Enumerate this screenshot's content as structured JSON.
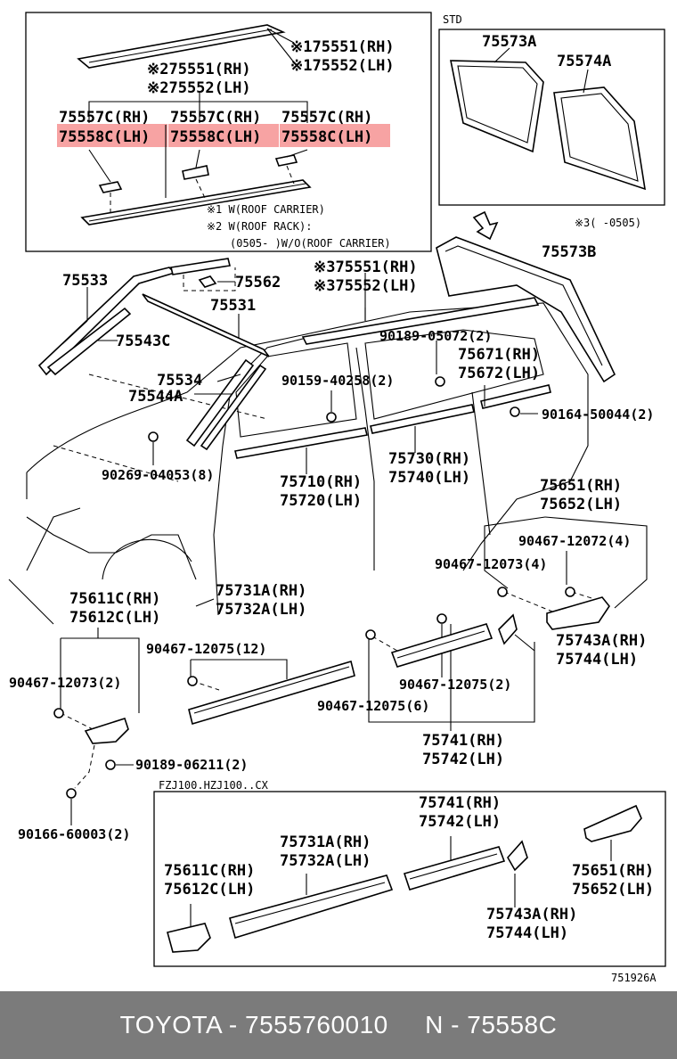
{
  "labels": {
    "std": "STD",
    "top_75551_rh": "※175551(RH)",
    "top_75552_lh": "※175552(LH)",
    "r2_75551_rh": "※275551(RH)",
    "r2_75552_lh": "※275552(LH)",
    "c1_75557c": "75557C(RH)",
    "c2_75557c": "75557C(RH)",
    "c3_75557c": "75557C(RH)",
    "c1_75558c": "75558C(LH)",
    "c2_75558c": "75558C(LH)",
    "c3_75558c": "75558C(LH)",
    "note1": "※1 W(ROOF CARRIER)",
    "note2": "※2 W(ROOF RACK):",
    "note3": "(0505-     )W/O(ROOF CARRIER)",
    "p75573a": "75573A",
    "p75574a": "75574A",
    "note_std": "※3(    -0505)",
    "p75573b": "75573B",
    "p75533": "75533",
    "p75562": "75562",
    "p3_75551": "※375551(RH)",
    "p3_75552": "※375552(LH)",
    "p75531": "75531",
    "p75543c": "75543C",
    "p90189_05072": "90189-05072(2)",
    "p75671": "75671(RH)",
    "p75672": "75672(LH)",
    "p75534": "75534",
    "p75544a": "75544A",
    "p90159": "90159-40258(2)",
    "p90164": "90164-50044(2)",
    "p90269": "90269-04053(8)",
    "p75710": "75710(RH)",
    "p75720": "75720(LH)",
    "p75730": "75730(RH)",
    "p75740": "75740(LH)",
    "p75651": "75651(RH)",
    "p75652": "75652(LH)",
    "p90467_12072": "90467-12072(4)",
    "p90467_12073a": "90467-12073(4)",
    "p75611c": "75611C(RH)",
    "p75612c": "75612C(LH)",
    "p75731a": "75731A(RH)",
    "p75732a": "75732A(LH)",
    "p90467_12075a": "90467-12075(12)",
    "p90467_12073b": "90467-12073(2)",
    "p75743a": "75743A(RH)",
    "p75744": "75744(LH)",
    "p90467_12075b": "90467-12075(2)",
    "p90467_12075c": "90467-12075(6)",
    "p75741": "75741(RH)",
    "p75742": "75742(LH)",
    "p90189_06211": "90189-06211(2)",
    "p90166": "90166-60003(2)",
    "fzj": "FZJ100.HZJ100..CX",
    "b_75741": "75741(RH)",
    "b_75742": "75742(LH)",
    "b_75731a": "75731A(RH)",
    "b_75732a": "75732A(LH)",
    "b_75611c": "75611C(RH)",
    "b_75612c": "75612C(LH)",
    "b_75651": "75651(RH)",
    "b_75652": "75652(LH)",
    "b_75743a": "75743A(RH)",
    "b_75744": "75744(LH)",
    "code": "751926A"
  },
  "highlight_color": "#f7a3a3",
  "footer": {
    "text": "TOYOTA - 7555760010     N - 75558C"
  }
}
